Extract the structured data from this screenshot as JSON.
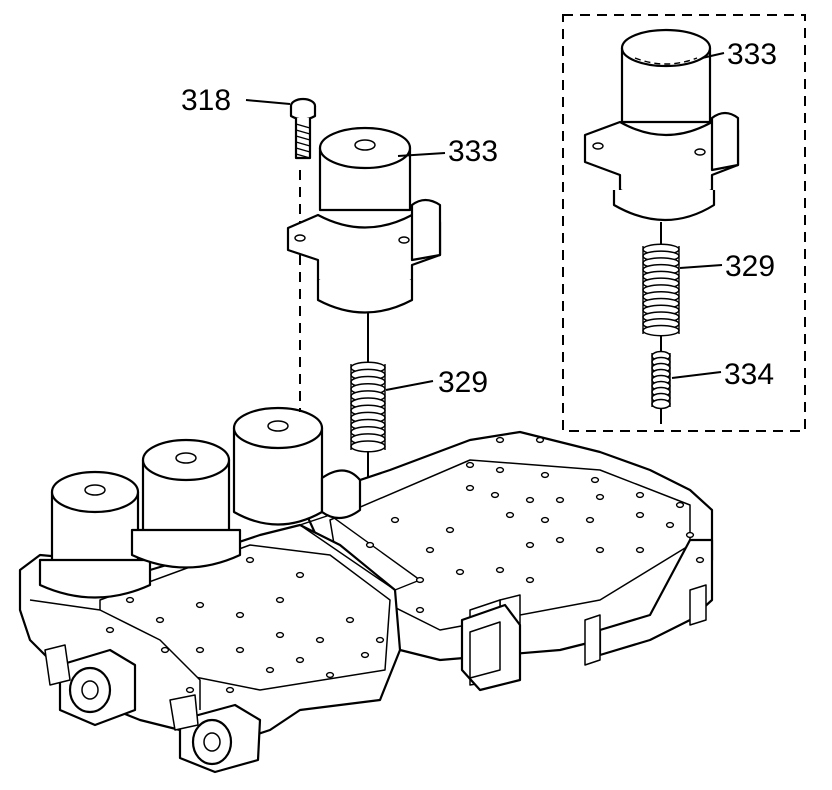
{
  "callouts": {
    "bolt": "318",
    "solenoid_main": "333",
    "spring_main": "329",
    "solenoid_inset": "333",
    "spring_inset_outer": "329",
    "spring_inset_inner": "334"
  }
}
